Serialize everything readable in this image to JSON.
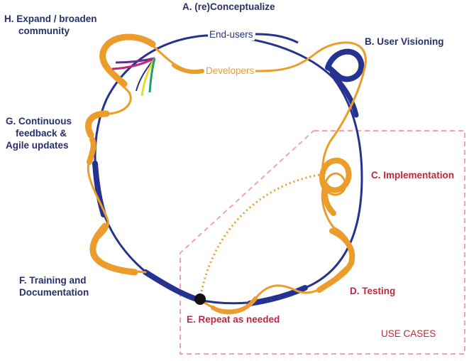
{
  "colors": {
    "end_user_line": "#26328f",
    "developer_line": "#eb9c2a",
    "use_case_box": "#f4a3a9",
    "stage_label": "#2a2f6b",
    "use_case_label": "#c0273a"
  },
  "stages": {
    "a": "A. (re)Conceptualize",
    "b": "B. User Visioning",
    "c": "C. Implementation",
    "d": "D. Testing",
    "e": "E. Repeat as needed",
    "f_line1": "F. Training and",
    "f_line2": "Documentation",
    "g_line1": "G. Continuous",
    "g_line2": "feedback &",
    "g_line3": "Agile updates",
    "h_line1": "H. Expand / broaden",
    "h_line2": "community"
  },
  "lines": {
    "end_users": "End-users",
    "developers": "Developers"
  },
  "use_cases_label": "USE CASES"
}
